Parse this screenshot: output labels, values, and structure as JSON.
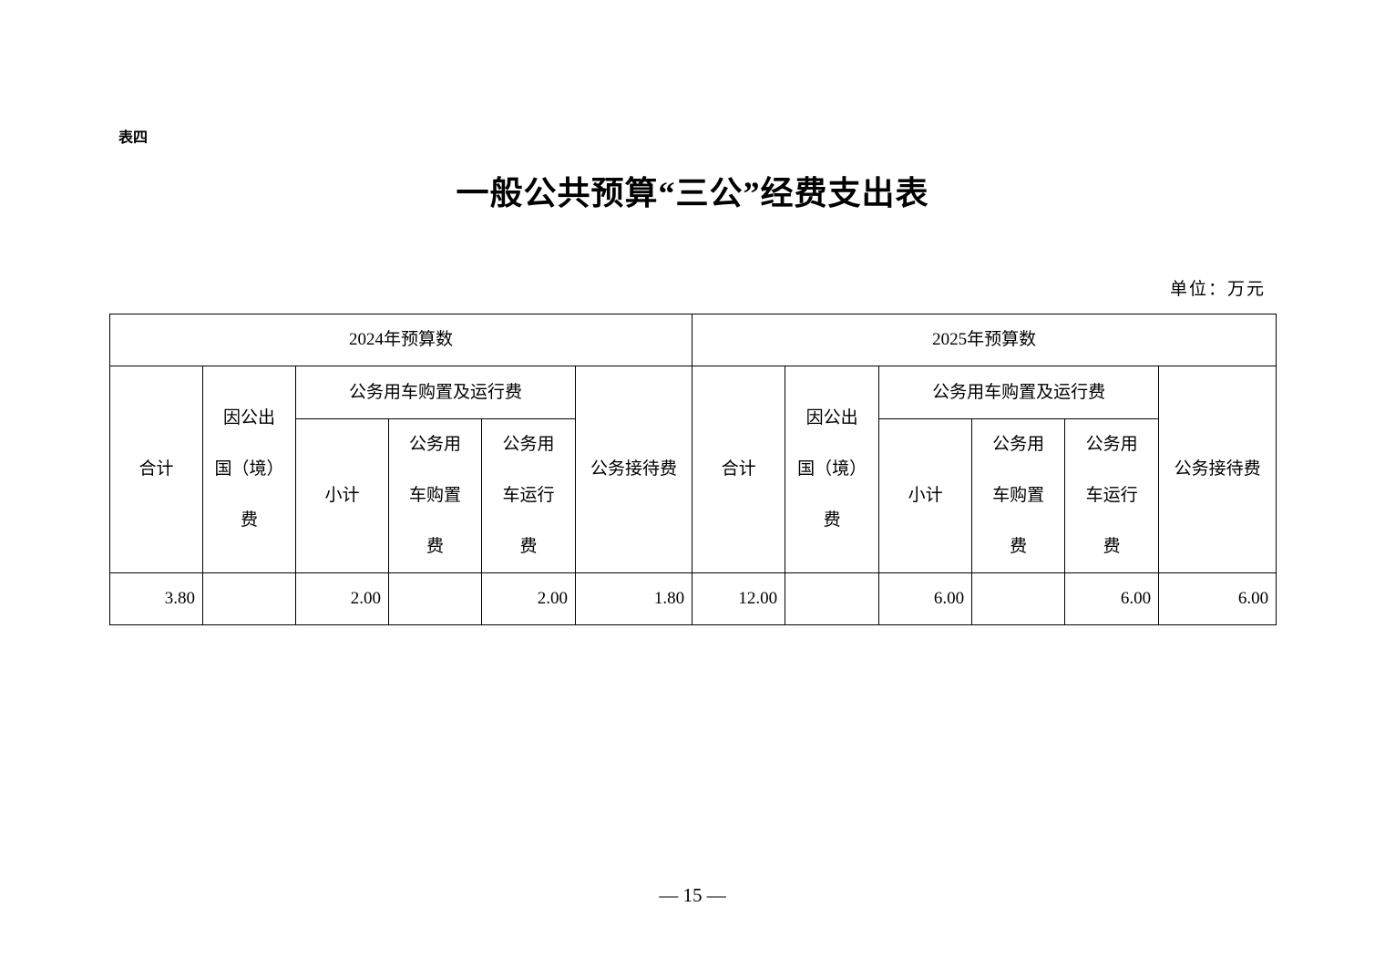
{
  "table_label": "表四",
  "title": "一般公共预算“三公”经费支出表",
  "unit": "单位：万元",
  "years": [
    "2024年预算数",
    "2025年预算数"
  ],
  "headers": {
    "total": "合计",
    "abroad": [
      "因公出",
      "国（境）",
      "费"
    ],
    "vehicle_group": "公务用车购置及运行费",
    "subtotal": "小计",
    "purchase": [
      "公务用",
      "车购置",
      "费"
    ],
    "operation": [
      "公务用",
      "车运行",
      "费"
    ],
    "reception": "公务接待费"
  },
  "rows": [
    [
      "3.80",
      "",
      "2.00",
      "",
      "2.00",
      "1.80",
      "12.00",
      "",
      "6.00",
      "",
      "6.00",
      "6.00"
    ]
  ],
  "page_number": "— 15 —"
}
